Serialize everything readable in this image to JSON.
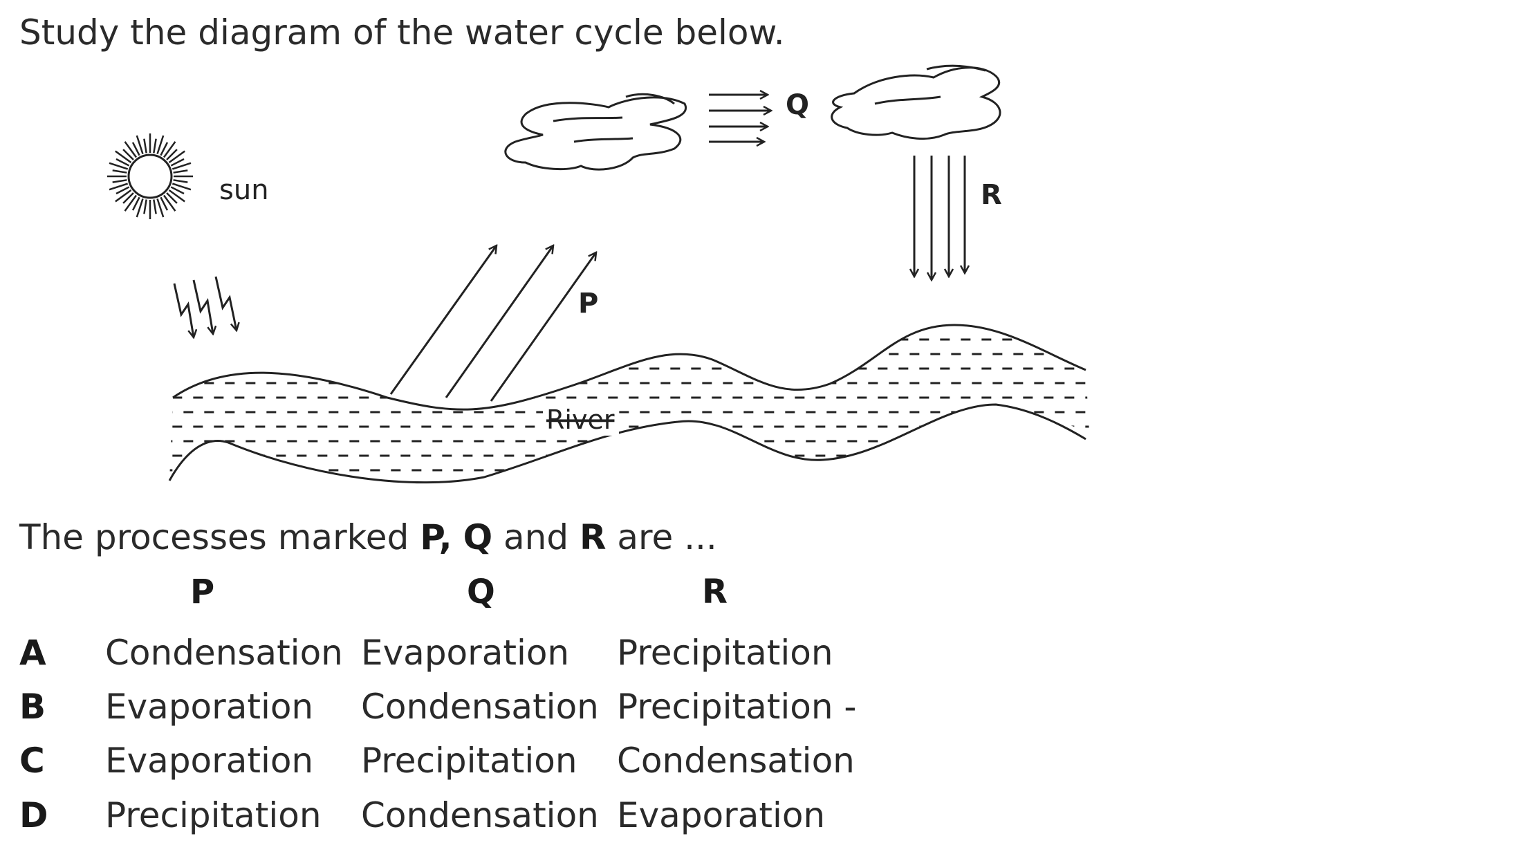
{
  "intro": "Study the diagram of the water cycle below.",
  "diagram": {
    "sun_label": "sun",
    "river_label": "River",
    "label_p": "P",
    "label_q": "Q",
    "label_r": "R",
    "icons": [
      "sun-icon",
      "cloud-icon",
      "arrow-icon",
      "river-icon"
    ]
  },
  "question": {
    "prefix": "The processes marked ",
    "p": "P,",
    "q": "Q",
    "and": " and ",
    "r": "R",
    "suffix": " are ..."
  },
  "table": {
    "headers": [
      "P",
      "Q",
      "R"
    ],
    "options": [
      {
        "letter": "A",
        "cells": [
          "Condensation",
          "Evaporation",
          "Precipitation"
        ]
      },
      {
        "letter": "B",
        "cells": [
          "Evaporation",
          "Condensation",
          "Precipitation -"
        ]
      },
      {
        "letter": "C",
        "cells": [
          "Evaporation",
          "Precipitation",
          "Condensation"
        ]
      },
      {
        "letter": "D",
        "cells": [
          "Precipitation",
          "Condensation",
          "Evaporation"
        ]
      }
    ]
  }
}
